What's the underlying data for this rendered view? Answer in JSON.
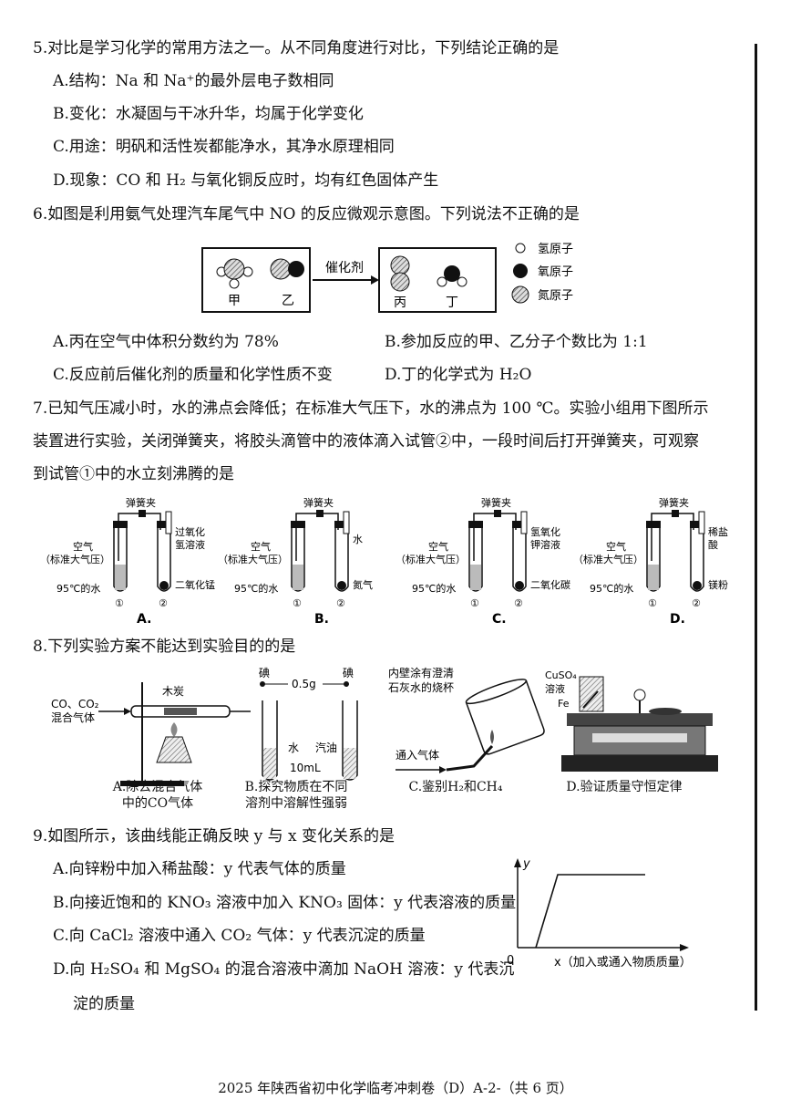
{
  "q5": {
    "stem": "5.对比是学习化学的常用方法之一。从不同角度进行对比，下列结论正确的是",
    "a": "A.结构：Na 和 Na⁺的最外层电子数相同",
    "b": "B.变化：水凝固与干冰升华，均属于化学变化",
    "c": "C.用途：明矾和活性炭都能净水，其净水原理相同",
    "d": "D.现象：CO 和 H₂ 与氧化铜反应时，均有红色固体产生"
  },
  "q6": {
    "stem": "6.如图是利用氨气处理汽车尾气中 NO 的反应微观示意图。下列说法不正确的是",
    "fig": {
      "jia": "甲",
      "yi": "乙",
      "bing": "丙",
      "ding": "丁",
      "catalyst": "催化剂",
      "legend": [
        "氢原子",
        "氧原子",
        "氮原子"
      ]
    },
    "a": "A.丙在空气中体积分数约为 78%",
    "b": "B.参加反应的甲、乙分子个数比为 1:1",
    "c": "C.反应前后催化剂的质量和化学性质不变",
    "d": "D.丁的化学式为 H₂O"
  },
  "q7": {
    "line1": "7.已知气压减小时，水的沸点会降低；在标准大气压下，水的沸点为 100 ℃。实验小组用下图所示",
    "line2": "装置进行实验，关闭弹簧夹，将胶头滴管中的液体滴入试管②中，一段时间后打开弹簧夹，可观察",
    "line3": "到试管①中的水立刻沸腾的是",
    "apparatus": [
      {
        "clip": "弹簧夹",
        "air1": "空气",
        "air2": "（标准大气压）",
        "water": "95℃的水",
        "t1": "①",
        "t2": "②",
        "liquid": "过氧化氢溶液",
        "solid": "二氧化锰",
        "letter": "A."
      },
      {
        "clip": "弹簧夹",
        "air1": "空气",
        "air2": "（标准大气压）",
        "water": "95℃的水",
        "t1": "①",
        "t2": "②",
        "liquid": "水",
        "solid": "氮气",
        "letter": "B."
      },
      {
        "clip": "弹簧夹",
        "air1": "空气",
        "air2": "（标准大气压）",
        "water": "95℃的水",
        "t1": "①",
        "t2": "②",
        "liquid": "氢氧化钾溶液",
        "solid": "二氧化碳",
        "letter": "C."
      },
      {
        "clip": "弹簧夹",
        "air1": "空气",
        "air2": "（标准大气压）",
        "water": "95℃的水",
        "t1": "①",
        "t2": "②",
        "liquid": "稀盐酸",
        "solid": "镁粉",
        "letter": "D."
      }
    ]
  },
  "q8": {
    "stem": "8.下列实验方案不能达到实验目的的是",
    "figA": {
      "gas1": "CO、CO₂",
      "gas2": "混合气体",
      "carbon": "木炭",
      "cap1": "A.除去混合气体",
      "cap2": "中的CO气体"
    },
    "figB": {
      "iodine1": "碘",
      "mass": "0.5g",
      "iodine2": "碘",
      "water": "水",
      "petrol": "汽油",
      "vol": "10mL",
      "cap1": "B.探究物质在不同",
      "cap2": "溶剂中溶解性强弱"
    },
    "figC": {
      "beaker1": "内壁涂有澄清",
      "beaker2": "石灰水的烧杯",
      "gas": "通入气体",
      "cap1": "C.鉴别H₂和CH₄"
    },
    "figD": {
      "sol1": "CuSO₄",
      "sol2": "溶液",
      "fe": "Fe",
      "cap1": "D.验证质量守恒定律"
    }
  },
  "q9": {
    "stem": "9.如图所示，该曲线能正确反映 y 与 x 变化关系的是",
    "a": "A.向锌粉中加入稀盐酸：y 代表气体的质量",
    "b": "B.向接近饱和的 KNO₃ 溶液中加入 KNO₃ 固体：y 代表溶液的质量",
    "c": "C.向 CaCl₂ 溶液中通入 CO₂ 气体：y 代表沉淀的质量",
    "d1": "D.向 H₂SO₄ 和 MgSO₄ 的混合溶液中滴加 NaOH 溶液：y 代表沉",
    "d2": "淀的质量",
    "graph": {
      "y": "y",
      "origin": "0",
      "x": "x（加入或通入物质质量）"
    }
  },
  "footer": "2025 年陕西省初中化学临考冲刺卷（D）A-2-（共 6 页）"
}
